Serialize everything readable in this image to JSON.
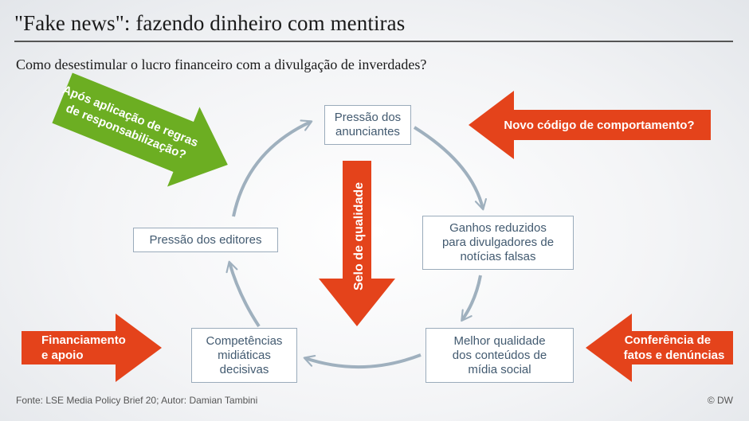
{
  "title": "\"Fake news\": fazendo dinheiro com mentiras",
  "subtitle": "Como desestimular o lucro financeiro com a divulgação de inverdades?",
  "boxes": {
    "anunciantes": [
      "Pressão dos",
      "anunciantes"
    ],
    "ganhos": [
      "Ganhos reduzidos",
      "para divulgadores de",
      "notícias falsas"
    ],
    "qualidade": [
      "Melhor qualidade",
      "dos conteúdos de",
      "mídia social"
    ],
    "competencias": [
      "Competências",
      "midiáticas",
      "decisivas"
    ],
    "editores": "Pressão dos editores"
  },
  "arrows": {
    "green": [
      "Após aplicação de regras",
      "de responsabilização?"
    ],
    "codigo": "Novo código de comportamento?",
    "financiamento": [
      "Financiamento",
      "e apoio"
    ],
    "conferencia": [
      "Conferência de",
      "fatos e denúncias"
    ],
    "selo": "Selo de qualidade"
  },
  "colors": {
    "orange": "#e4431b",
    "green": "#6cae22",
    "cycle": "#9fb0be",
    "box_text": "#425a70"
  },
  "footer": {
    "source": "Fonte: LSE Media Policy Brief 20; Autor: Damian Tambini",
    "credit": "© DW"
  }
}
